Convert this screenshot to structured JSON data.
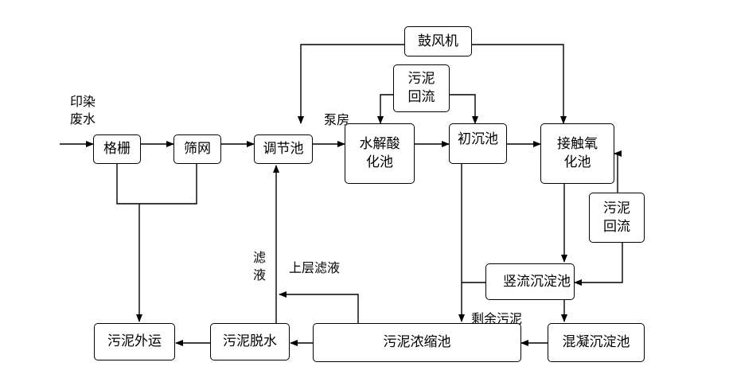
{
  "labels": {
    "input_line1": "印染",
    "input_line2": "废水",
    "pump_room": "泵房",
    "filtrate_line1": "滤",
    "filtrate_line2": "液",
    "upper_filtrate": "上层滤液",
    "excess_sludge": "剩余污泥"
  },
  "nodes": {
    "blower": "鼓风机",
    "sludge_return_top_line1": "污泥",
    "sludge_return_top_line2": "回流",
    "grille": "格栅",
    "screen": "筛网",
    "equalization_tank": "调节池",
    "hydrolysis_line1": "水解酸",
    "hydrolysis_line2": "化池",
    "primary_settling": "初沉池",
    "contact_oxidation_line1": "接触氧",
    "contact_oxidation_line2": "化池",
    "sludge_return_right_line1": "污泥",
    "sludge_return_right_line2": "回流",
    "vertical_sedimentation": "竖流沉淀池",
    "sludge_disposal": "污泥外运",
    "sludge_dewatering": "污泥脱水",
    "sludge_thickening": "污泥浓缩池",
    "coagulation_sedimentation": "混凝沉淀池"
  }
}
